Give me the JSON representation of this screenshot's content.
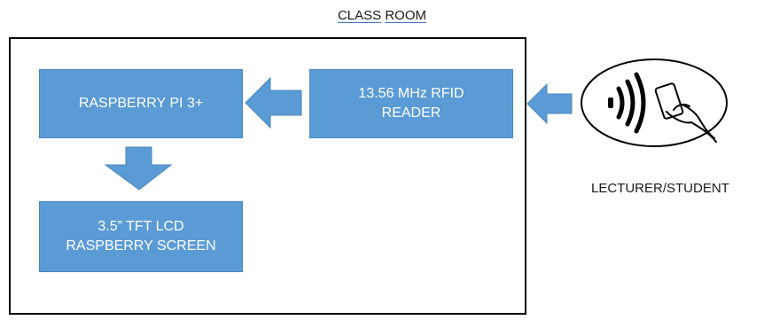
{
  "title": {
    "word1": "CLASS",
    "word2": "ROOM"
  },
  "blocks": {
    "pi": {
      "line1": "RASPBERRY PI 3+"
    },
    "rfid": {
      "line1": "13.56 MHz RFID",
      "line2": "READER"
    },
    "lcd": {
      "line1": "3.5” TFT LCD",
      "line2": "RASPBERRY SCREEN"
    }
  },
  "user": {
    "label": "LECTURER/STUDENT",
    "icon": "contactless-card-icon"
  },
  "colors": {
    "block_fill": "#5b9bd5",
    "block_border": "#4a86bd",
    "text": "#ffffff"
  }
}
